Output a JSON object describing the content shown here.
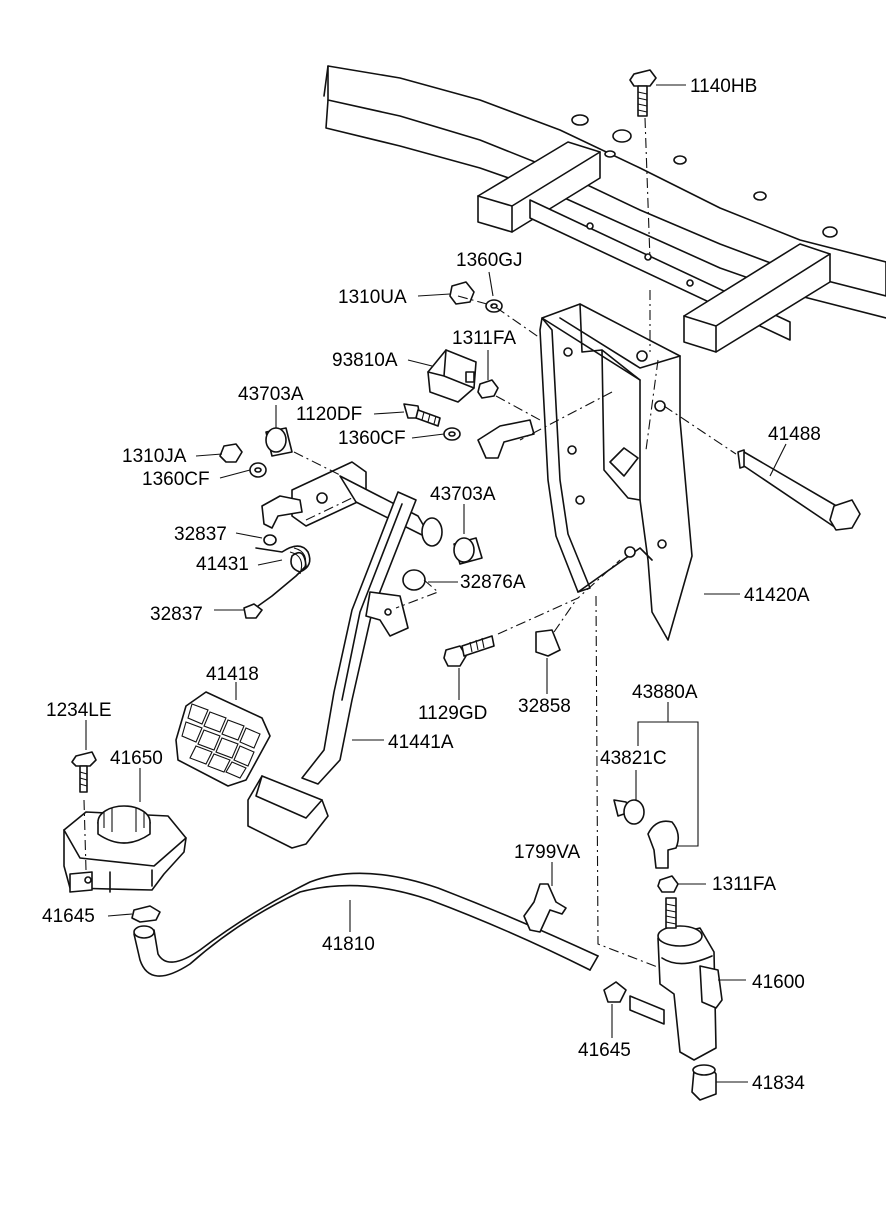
{
  "parts": [
    "1140HB",
    "1360GJ",
    "1310UA",
    "1311FA",
    "93810A",
    "43703A",
    "1120DF",
    "1360CF",
    "1310JA",
    "41488",
    "32837",
    "41431",
    "32876A",
    "41420A",
    "1129GD",
    "32858",
    "41418",
    "1234LE",
    "41650",
    "41441A",
    "43880A",
    "43821C",
    "1799VA",
    "41645",
    "41810",
    "41600",
    "41834"
  ]
}
